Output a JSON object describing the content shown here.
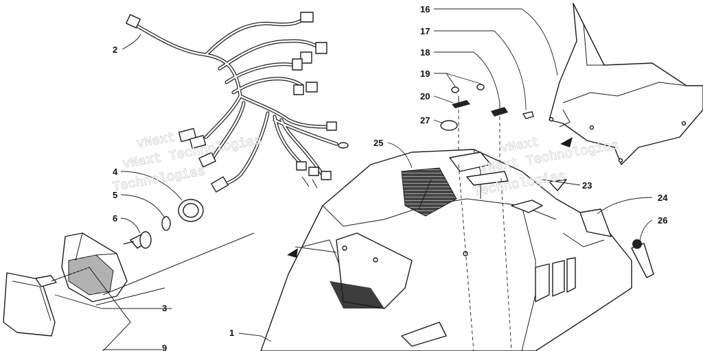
{
  "callouts": {
    "c1": "1",
    "c2": "2",
    "c3": "3",
    "c4": "4",
    "c5": "5",
    "c6": "6",
    "c9": "9",
    "c16": "16",
    "c17": "17",
    "c18": "18",
    "c19": "19",
    "c20": "20",
    "c23": "23",
    "c24": "24",
    "c25": "25",
    "c26": "26",
    "c27": "27"
  },
  "watermark": {
    "line1": "vNext",
    "line2": "vNext Technologies",
    "line3": "Technologies"
  }
}
